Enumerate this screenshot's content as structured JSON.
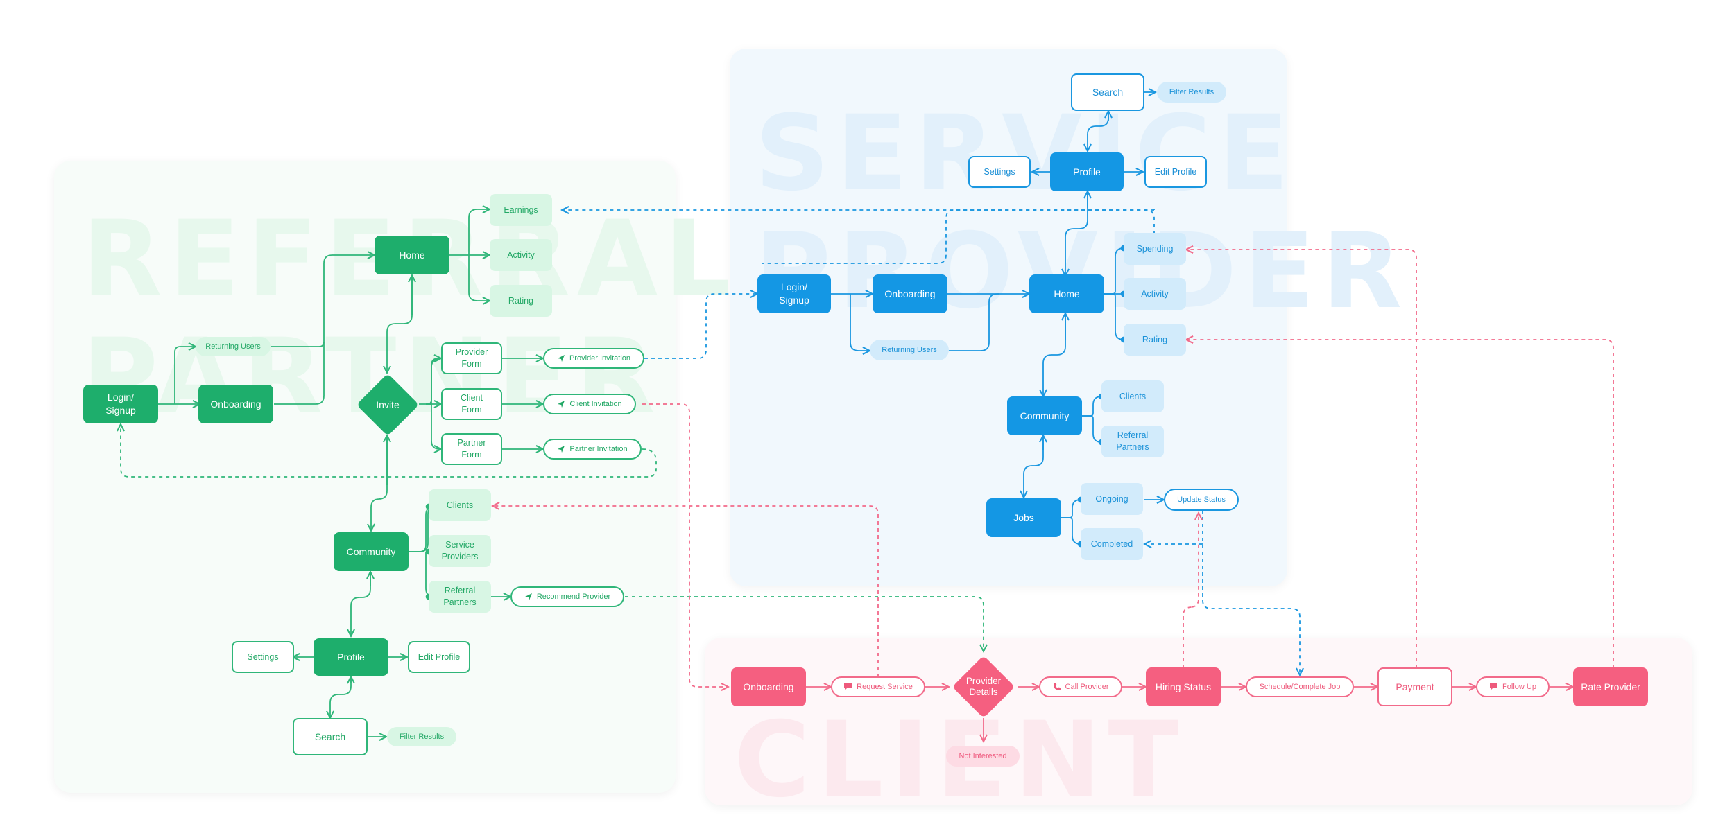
{
  "sections": {
    "referral": "REFERRAL\nPARTNER",
    "provider": "SERVICE\nPROVIDER",
    "client": "CLIENT"
  },
  "referral": {
    "login": "Login/\nSignup",
    "onboarding": "Onboarding",
    "returning_users": "Returning Users",
    "home": "Home",
    "earnings": "Earnings",
    "activity": "Activity",
    "rating": "Rating",
    "invite": "Invite",
    "provider_form": "Provider\nForm",
    "client_form": "Client\nForm",
    "partner_form": "Partner\nForm",
    "provider_invitation": "Provider Invitation",
    "client_invitation": "Client Invitation",
    "partner_invitation": "Partner Invitation",
    "community": "Community",
    "clients": "Clients",
    "service_providers": "Service\nProviders",
    "referral_partners": "Referral\nPartners",
    "recommend_provider": "Recommend Provider",
    "profile": "Profile",
    "settings": "Settings",
    "edit_profile": "Edit Profile",
    "search": "Search",
    "filter_results": "Filter Results"
  },
  "provider": {
    "search": "Search",
    "filter_results": "Filter Results",
    "profile": "Profile",
    "settings": "Settings",
    "edit_profile": "Edit Profile",
    "login": "Login/\nSignup",
    "onboarding": "Onboarding",
    "returning_users": "Returning Users",
    "home": "Home",
    "spending": "Spending",
    "activity": "Activity",
    "rating": "Rating",
    "community": "Community",
    "clients": "Clients",
    "referral_partners": "Referral\nPartners",
    "jobs": "Jobs",
    "ongoing": "Ongoing",
    "completed": "Completed",
    "update_status": "Update Status"
  },
  "client": {
    "onboarding": "Onboarding",
    "request_service": "Request Service",
    "provider_details": "Provider\nDetails",
    "not_interested": "Not Interested",
    "call_provider": "Call Provider",
    "hiring_status": "Hiring Status",
    "schedule_complete_job": "Schedule/Complete Job",
    "payment": "Payment",
    "follow_up": "Follow Up",
    "rate_provider": "Rate Provider"
  },
  "colors": {
    "green": "#1eae6c",
    "blue": "#1497e4",
    "pink": "#f55f80"
  }
}
